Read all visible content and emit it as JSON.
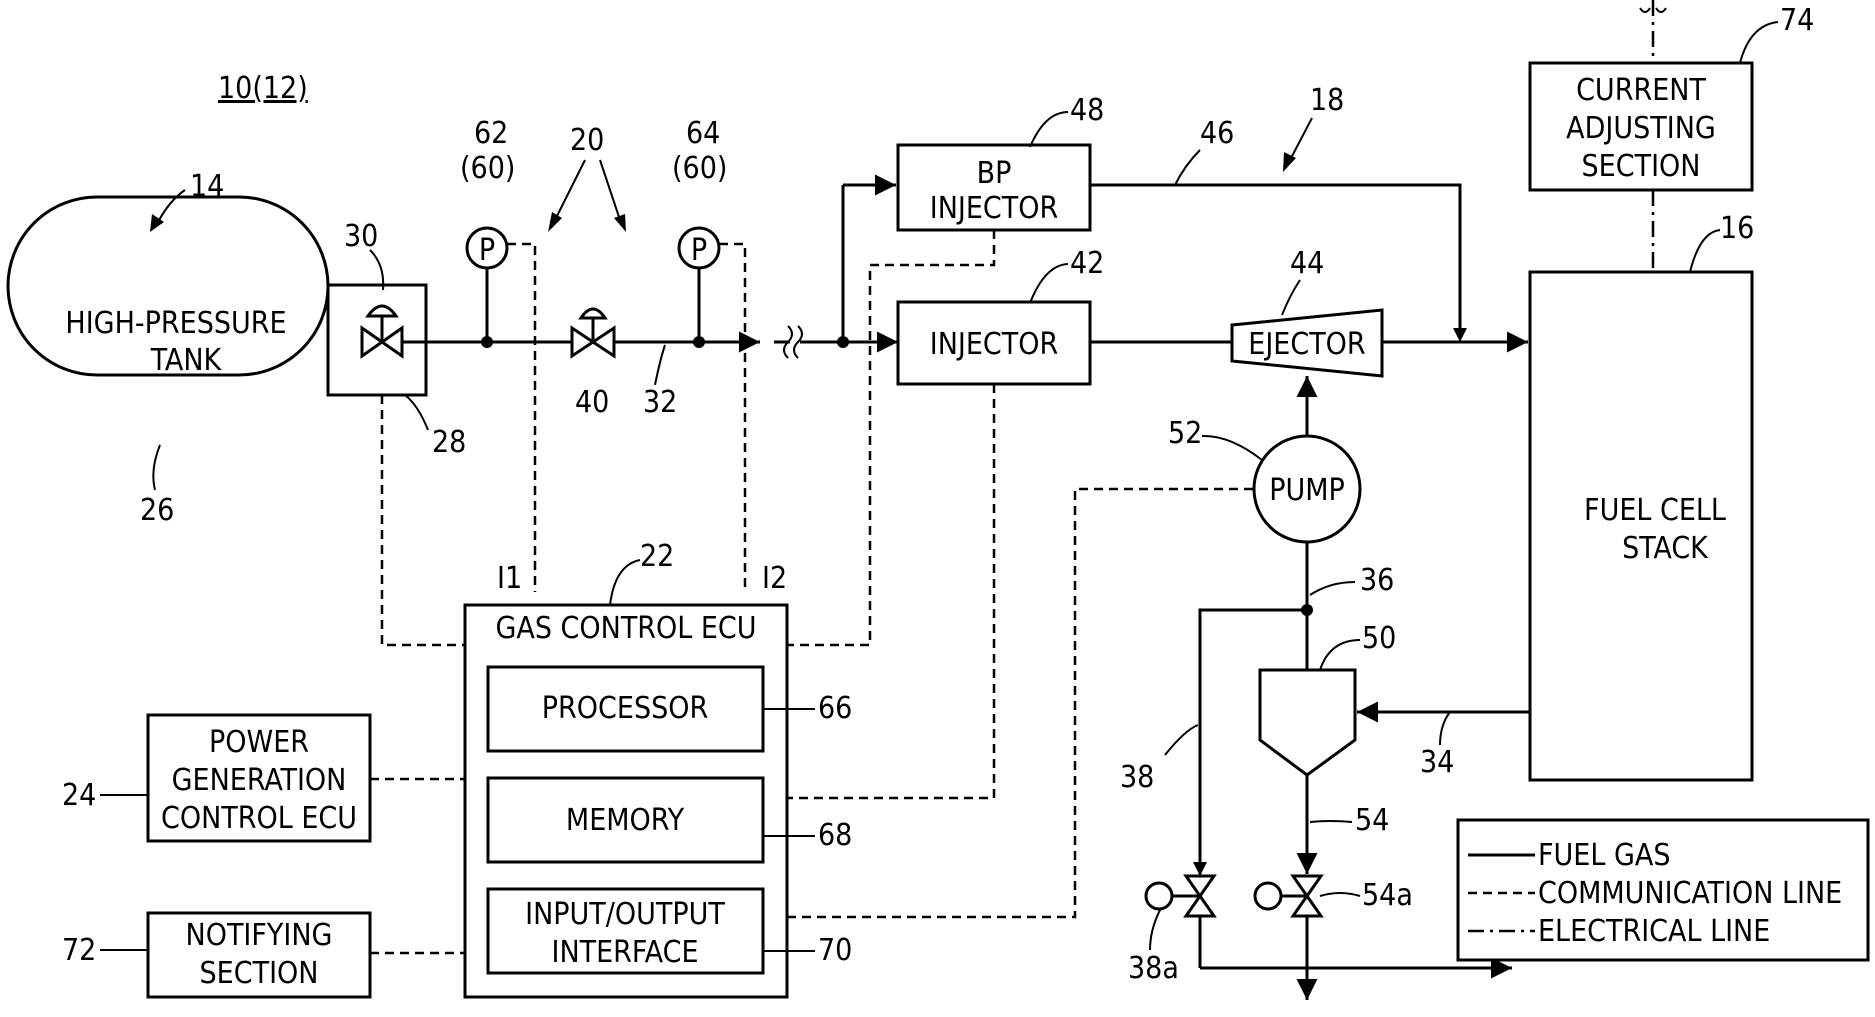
{
  "system_label": "10(12)",
  "blocks": {
    "tank": "HIGH-PRESSURE TANK",
    "bp_injector": "BP INJECTOR",
    "injector": "INJECTOR",
    "ejector": "EJECTOR",
    "current_adjusting": "CURRENT ADJUSTING SECTION",
    "fuel_cell_stack": "FUEL CELL STACK",
    "pump": "PUMP",
    "gas_control_ecu": "GAS CONTROL ECU",
    "processor": "PROCESSOR",
    "memory": "MEMORY",
    "io_interface": "INPUT/OUTPUT INTERFACE",
    "power_gen_ecu": "POWER GENERATION CONTROL ECU",
    "notifying": "NOTIFYING SECTION",
    "pressure_symbol": "P"
  },
  "refs": {
    "r14": "14",
    "r26": "26",
    "r30": "30",
    "r28": "28",
    "r62": "62",
    "r62b": "(60)",
    "r64": "64",
    "r64b": "(60)",
    "r20": "20",
    "r40": "40",
    "r32": "32",
    "r48": "48",
    "r46": "46",
    "r18": "18",
    "r42": "42",
    "r44": "44",
    "r74": "74",
    "r16": "16",
    "r52": "52",
    "r36": "36",
    "r50": "50",
    "r34": "34",
    "r38": "38",
    "r54": "54",
    "r54a": "54a",
    "r38a": "38a",
    "r22": "22",
    "i1": "I1",
    "i2": "I2",
    "r66": "66",
    "r68": "68",
    "r70": "70",
    "r24": "24",
    "r72": "72"
  },
  "legend": {
    "fuel_gas": "FUEL GAS",
    "communication_line": "COMMUNICATION LINE",
    "electrical_line": "ELECTRICAL LINE"
  }
}
